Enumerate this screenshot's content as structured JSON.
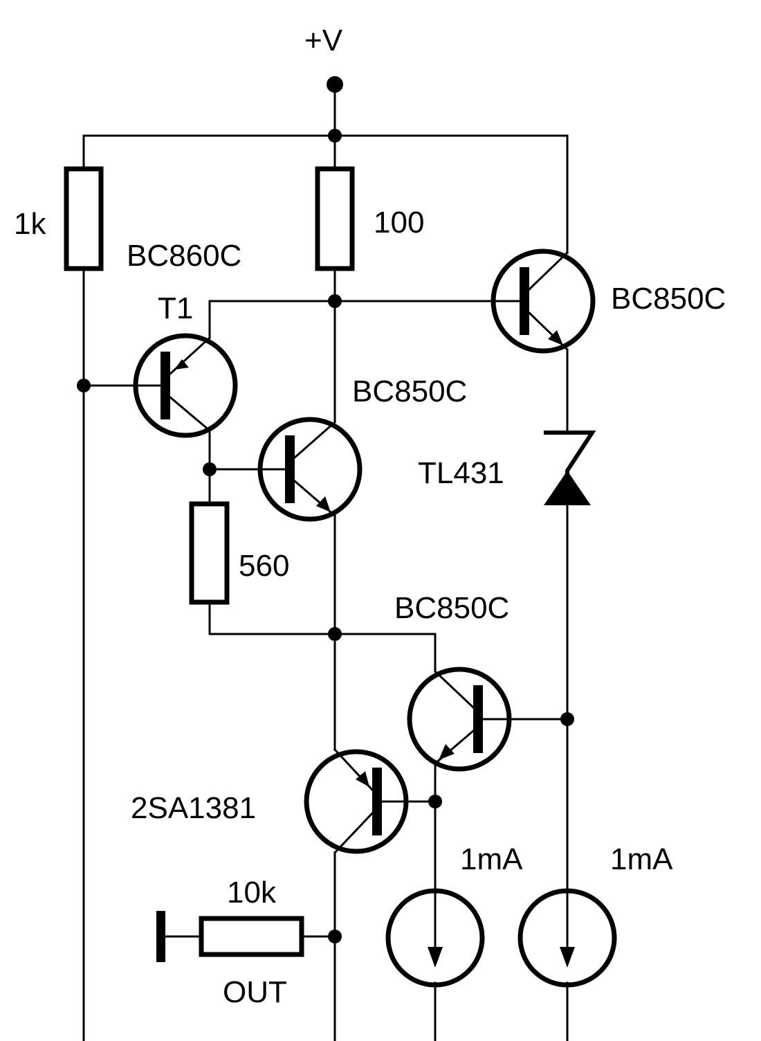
{
  "labels": {
    "supply": "+V",
    "r1": "1k",
    "r2": "100",
    "r3": "560",
    "r4": "10k",
    "t1_type": "BC860C",
    "t1_name": "T1",
    "q_mid": "BC850C",
    "q_top_right": "BC850C",
    "q_low": "BC850C",
    "q_out": "2SA1381",
    "ref": "TL431",
    "i1": "1mA",
    "i2": "1mA",
    "out": "OUT"
  }
}
